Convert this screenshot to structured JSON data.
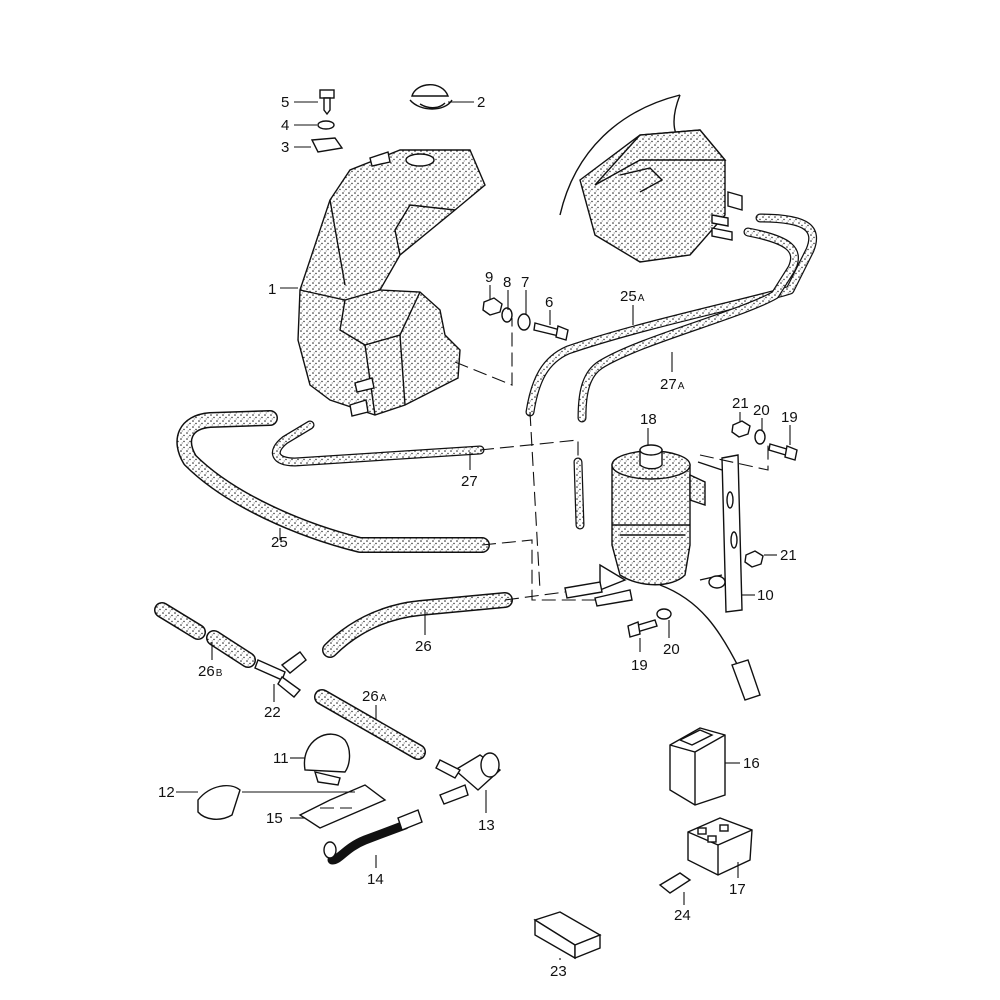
{
  "callouts": [
    {
      "num": "1"
    },
    {
      "num": "2"
    },
    {
      "num": "3"
    },
    {
      "num": "4"
    },
    {
      "num": "5"
    },
    {
      "num": "6"
    },
    {
      "num": "7"
    },
    {
      "num": "8"
    },
    {
      "num": "9"
    },
    {
      "num": "10"
    },
    {
      "num": "11"
    },
    {
      "num": "12"
    },
    {
      "num": "13"
    },
    {
      "num": "14"
    },
    {
      "num": "15"
    },
    {
      "num": "16"
    },
    {
      "num": "17"
    },
    {
      "num": "18"
    },
    {
      "num": "19"
    },
    {
      "num": "19"
    },
    {
      "num": "20"
    },
    {
      "num": "20"
    },
    {
      "num": "21"
    },
    {
      "num": "21"
    },
    {
      "num": "22"
    },
    {
      "num": "23"
    },
    {
      "num": "24"
    },
    {
      "num": "25"
    },
    {
      "num": "25",
      "suffix": "A"
    },
    {
      "num": "26"
    },
    {
      "num": "26",
      "suffix": "A"
    },
    {
      "num": "26",
      "suffix": "B"
    },
    {
      "num": "27"
    },
    {
      "num": "27",
      "suffix": "A"
    }
  ]
}
